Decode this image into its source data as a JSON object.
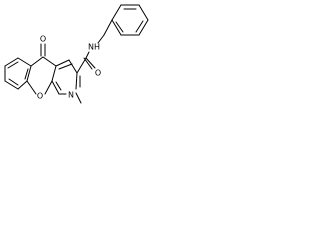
{
  "molecule": {
    "atoms": {
      "ketone_oxygen": "O",
      "amide_oxygen": "O",
      "amide_nitrogen_hydrogen": "NH",
      "ring_oxygen": "O",
      "pyridine_nitrogen": "N"
    }
  }
}
